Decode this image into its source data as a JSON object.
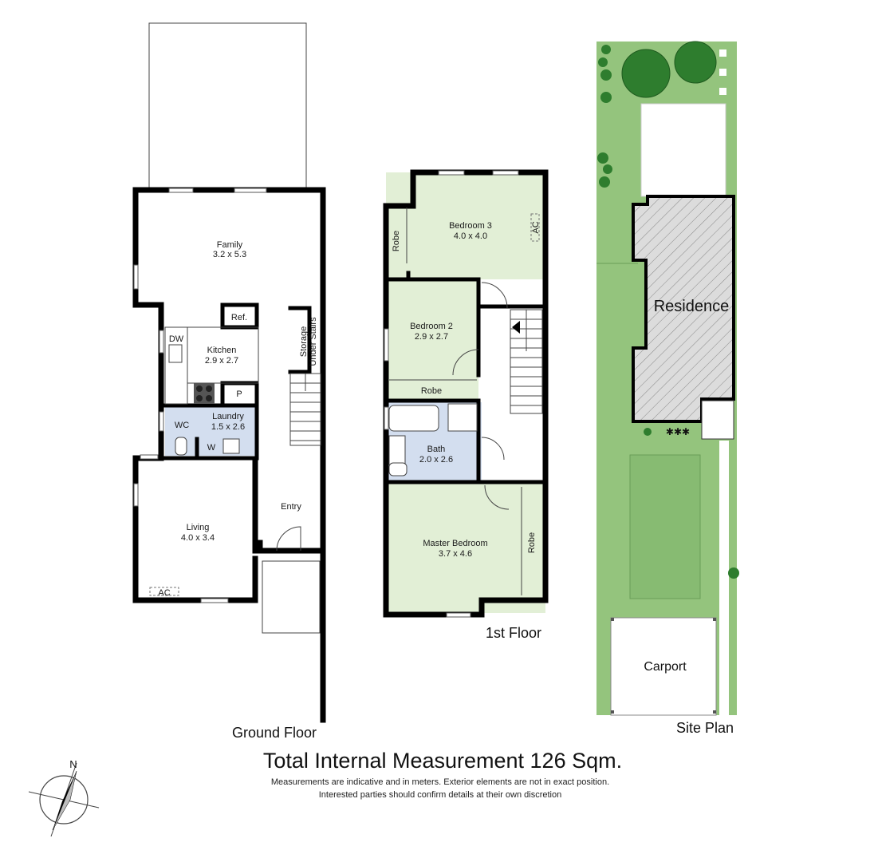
{
  "ground_floor": {
    "title": "Ground Floor",
    "rooms": {
      "family": {
        "name": "Family",
        "size": "3.2 x 5.3"
      },
      "kitchen": {
        "name": "Kitchen",
        "size": "2.9 x 2.7"
      },
      "laundry": {
        "name": "Laundry",
        "size": "1.5 x 2.6"
      },
      "living": {
        "name": "Living",
        "size": "4.0 x 3.4"
      },
      "entry": {
        "name": "Entry"
      },
      "storage_line1": "Storage",
      "storage_line2": "Under Stairs"
    },
    "fixtures": {
      "dw": "DW",
      "ref": "Ref.",
      "p": "P",
      "wc": "WC",
      "w": "W",
      "ac": "AC"
    }
  },
  "first_floor": {
    "title": "1st Floor",
    "rooms": {
      "bedroom3": {
        "name": "Bedroom 3",
        "size": "4.0 x 4.0"
      },
      "bedroom2": {
        "name": "Bedroom 2",
        "size": "2.9 x 2.7"
      },
      "bath": {
        "name": "Bath",
        "size": "2.0 x 2.6"
      },
      "master": {
        "name": "Master Bedroom",
        "size": "3.7 x 4.6"
      }
    },
    "fixtures": {
      "robe_b3": "Robe",
      "robe_b2": "Robe",
      "robe_master": "Robe",
      "ac": "AC"
    }
  },
  "site_plan": {
    "title": "Site Plan",
    "residence": "Residence",
    "carport": "Carport"
  },
  "footer": {
    "total": "Total Internal Measurement 126 Sqm.",
    "note1": "Measurements are indicative and in meters. Exterior elements are not in exact position.",
    "note2": "Interested parties should confirm details at their own discretion"
  },
  "compass": {
    "north": "N"
  },
  "colors": {
    "wet_area": "#d3deef",
    "bedroom": "#e2efd6",
    "lawn": "#94c47d",
    "driveway": "#87bb72",
    "tree": "#2e7d2e",
    "wall": "#000000"
  }
}
